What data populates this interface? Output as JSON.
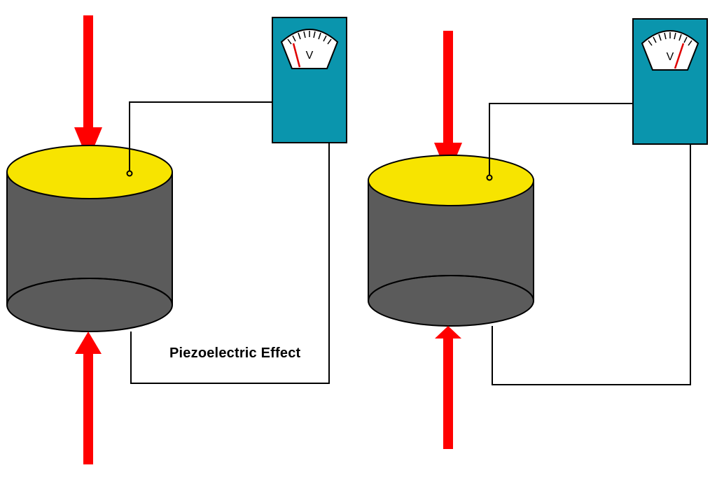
{
  "caption": "Piezoelectric Effect",
  "meters": [
    {
      "unit_label": "V"
    },
    {
      "unit_label": "V"
    }
  ],
  "colors": {
    "arrow": "#ff0000",
    "cylinder_body": "#5b5b5b",
    "cylinder_top": "#f7e400",
    "meter_box": "#0a95ad",
    "wire": "#000000"
  }
}
